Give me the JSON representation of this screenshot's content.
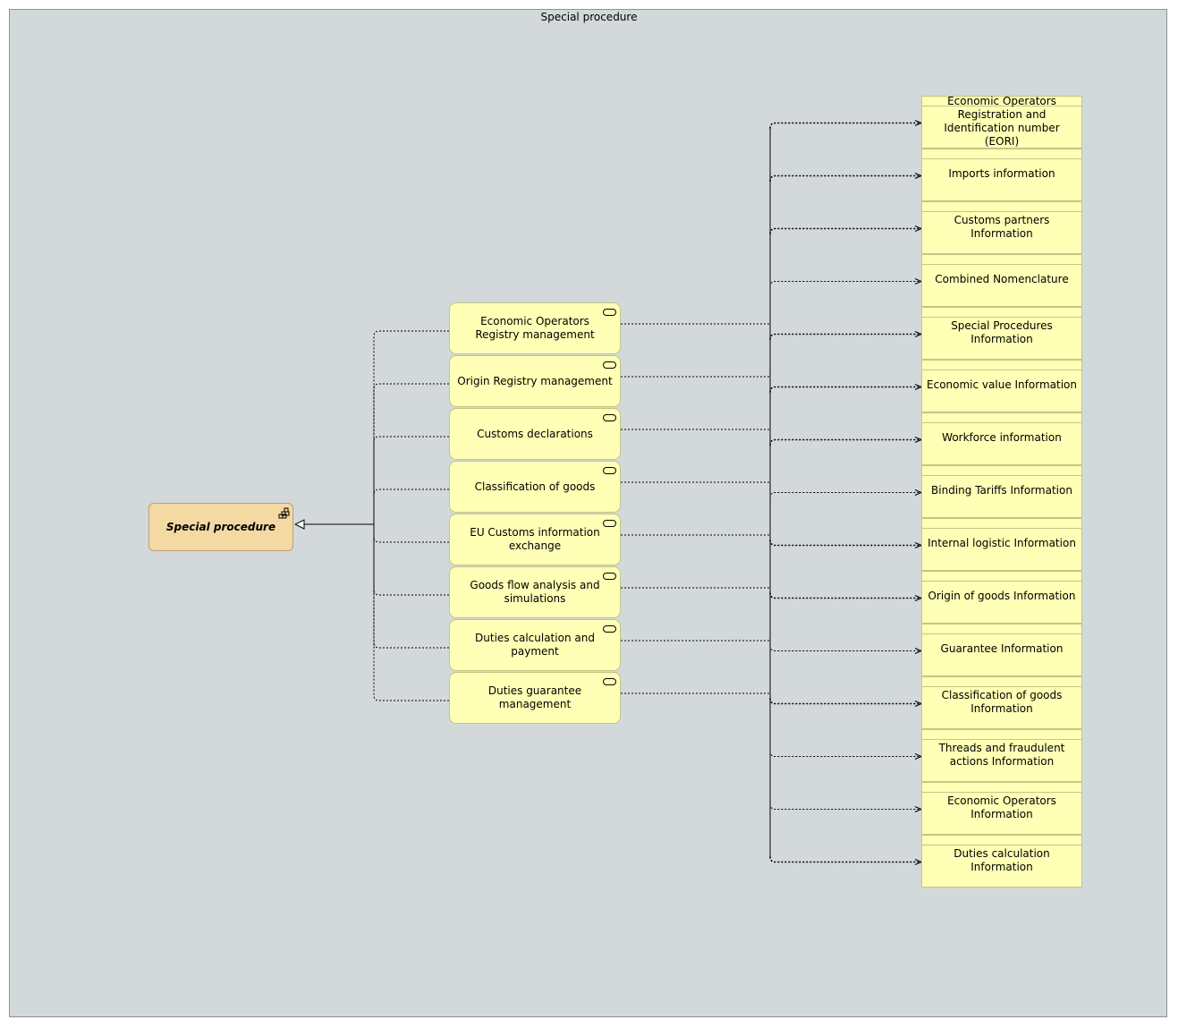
{
  "diagram": {
    "group_title": "Special procedure",
    "root": {
      "label": "Special procedure",
      "icon": "application-collaboration-icon"
    },
    "services": [
      {
        "label": "Economic Operators Registry management"
      },
      {
        "label": "Origin Registry management"
      },
      {
        "label": "Customs declarations"
      },
      {
        "label": "Classification of goods"
      },
      {
        "label": "EU Customs information exchange"
      },
      {
        "label": "Goods flow analysis and simulations"
      },
      {
        "label": "Duties calculation and payment"
      },
      {
        "label": "Duties guarantee management"
      }
    ],
    "data_objects": [
      {
        "label": "Economic Operators Registration and Identification number (EORI)"
      },
      {
        "label": "Imports information"
      },
      {
        "label": "Customs partners Information"
      },
      {
        "label": "Combined Nomenclature"
      },
      {
        "label": "Special Procedures Information"
      },
      {
        "label": "Economic value Information"
      },
      {
        "label": "Workforce information"
      },
      {
        "label": "Binding Tariffs Information"
      },
      {
        "label": "Internal logistic Information"
      },
      {
        "label": "Origin of goods Information"
      },
      {
        "label": "Guarantee Information"
      },
      {
        "label": "Classification of goods Information"
      },
      {
        "label": "Threads and fraudulent actions Information"
      },
      {
        "label": "Economic Operators Information"
      },
      {
        "label": "Duties calculation Information"
      }
    ],
    "colors": {
      "background": "#d3d9da",
      "node": "#ffffb5",
      "root": "#f5d9a3"
    }
  }
}
